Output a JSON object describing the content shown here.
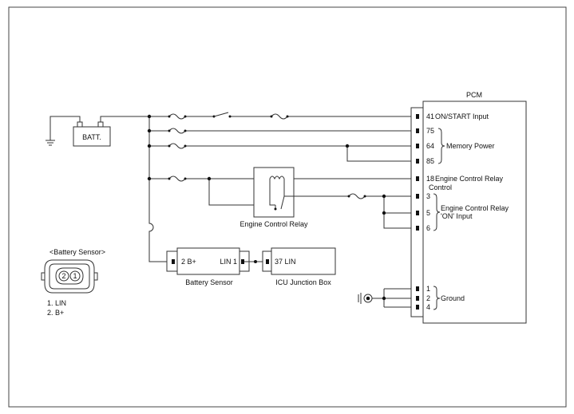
{
  "pcm": {
    "title": "PCM",
    "pins": [
      {
        "num": "41",
        "label": "ON/START Input"
      },
      {
        "num": "75",
        "label": ""
      },
      {
        "num": "64",
        "label": ""
      },
      {
        "num": "85",
        "label": ""
      },
      {
        "num": "18",
        "label": "Engine Control Relay"
      },
      {
        "num": "3",
        "label": ""
      },
      {
        "num": "5",
        "label": ""
      },
      {
        "num": "6",
        "label": ""
      },
      {
        "num": "1",
        "label": ""
      },
      {
        "num": "2",
        "label": ""
      },
      {
        "num": "4",
        "label": ""
      }
    ],
    "ecr_control_line2": "Control",
    "memory_power": "Memory Power",
    "ecr_on_input_line1": "Engine Control Relay",
    "ecr_on_input_line2": "'ON' Input",
    "ground": "Ground"
  },
  "battery": {
    "label": "BATT."
  },
  "relay": {
    "label": "Engine Control Relay"
  },
  "battery_sensor_box": {
    "pin_left": "2 B+",
    "pin_right": "LIN 1",
    "label": "Battery Sensor"
  },
  "icu_box": {
    "pin": "37 LIN",
    "label": "ICU Junction Box"
  },
  "connector": {
    "title": "<Battery Sensor>",
    "pin2": "2",
    "pin1": "1",
    "legend1": "1. LIN",
    "legend2": "2. B+"
  }
}
